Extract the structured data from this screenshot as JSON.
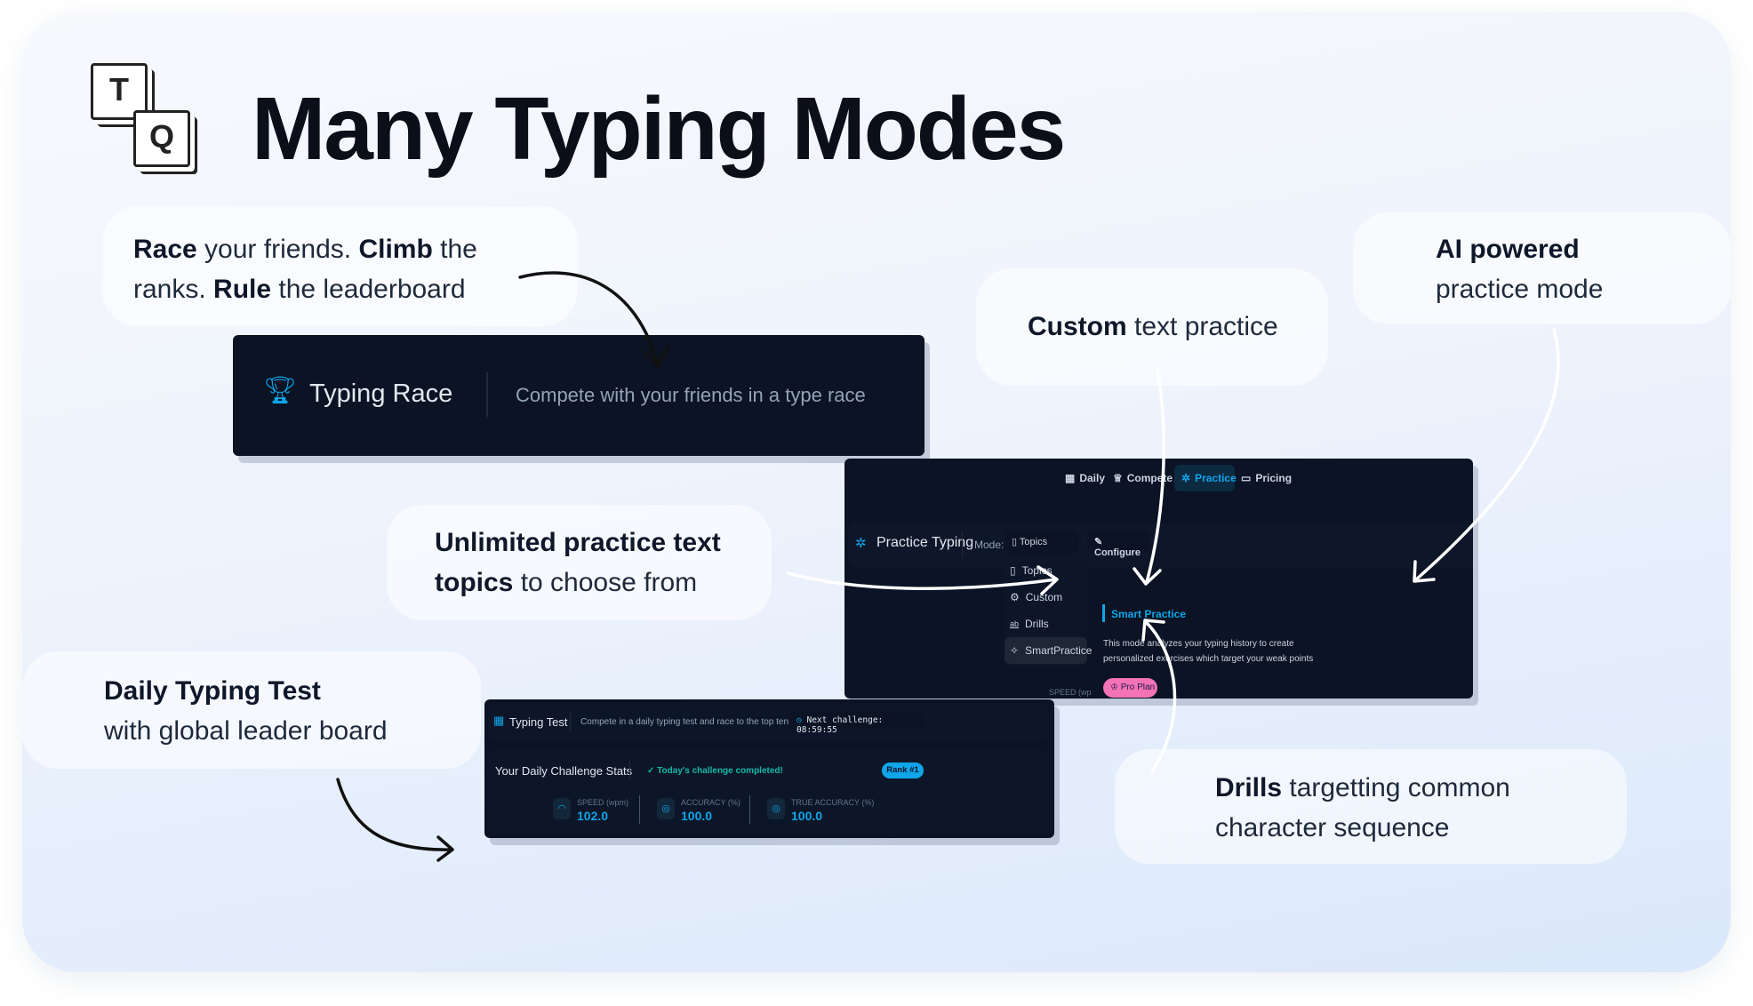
{
  "title": "Many Typing Modes",
  "logo": {
    "keys": [
      "T",
      "Q"
    ]
  },
  "captions": {
    "race": {
      "b1": "Race",
      "t1": " your friends. ",
      "b2": "Climb",
      "t2": " the ranks. ",
      "b3": "Rule",
      "t3": " the leaderboard"
    },
    "custom": {
      "b": "Custom",
      "t": " text practice"
    },
    "ai": {
      "b": "AI powered",
      "t": "practice mode"
    },
    "unlimited": {
      "b": "Unlimited practice text topics",
      "t": " to choose from"
    },
    "daily": {
      "b": "Daily Typing Test",
      "t": "with global leader board"
    },
    "drills": {
      "b": "Drills",
      "t": " targetting common character sequence"
    }
  },
  "race_card": {
    "icon": "trophy-icon",
    "title": "Typing Race",
    "description": "Compete with your friends in a type race"
  },
  "practice_panel": {
    "nav": [
      {
        "label": "Daily",
        "icon": "calendar-icon"
      },
      {
        "label": "Compete",
        "icon": "trophy-icon"
      },
      {
        "label": "Practice",
        "icon": "practice-icon",
        "active": true
      },
      {
        "label": "Pricing",
        "icon": "card-icon"
      }
    ],
    "title": "Practice Typing",
    "mode_label": "Mode:",
    "mode_value": "Topics",
    "configure": "Configure",
    "options": [
      "Topics",
      "Custom",
      "Drills",
      "SmartPractice"
    ],
    "smart_title": "Smart Practice",
    "smart_desc1": "This mode analyzes your typing history to create",
    "smart_desc2": "personalized exercises which target your weak points",
    "pro_plan": "Pro Plan",
    "speed_fragment": "SPEED (wp"
  },
  "daily_panel": {
    "title": "Typing Test",
    "description": "Compete in a daily typing test and race to the top ten",
    "timer": "Next challenge: 08:59:55",
    "stats_title": "Your Daily Challenge Stats",
    "completed": "Today's challenge completed!",
    "rank": "Rank #1",
    "stats": [
      {
        "label": "SPEED (wpm)",
        "value": "102.0"
      },
      {
        "label": "ACCURACY (%)",
        "value": "100.0"
      },
      {
        "label": "TRUE ACCURACY (%)",
        "value": "100.0"
      }
    ]
  },
  "colors": {
    "accent": "#0ea5e9",
    "panel": "#0b1324",
    "pink": "#f472b6",
    "success": "#14b8a6"
  }
}
